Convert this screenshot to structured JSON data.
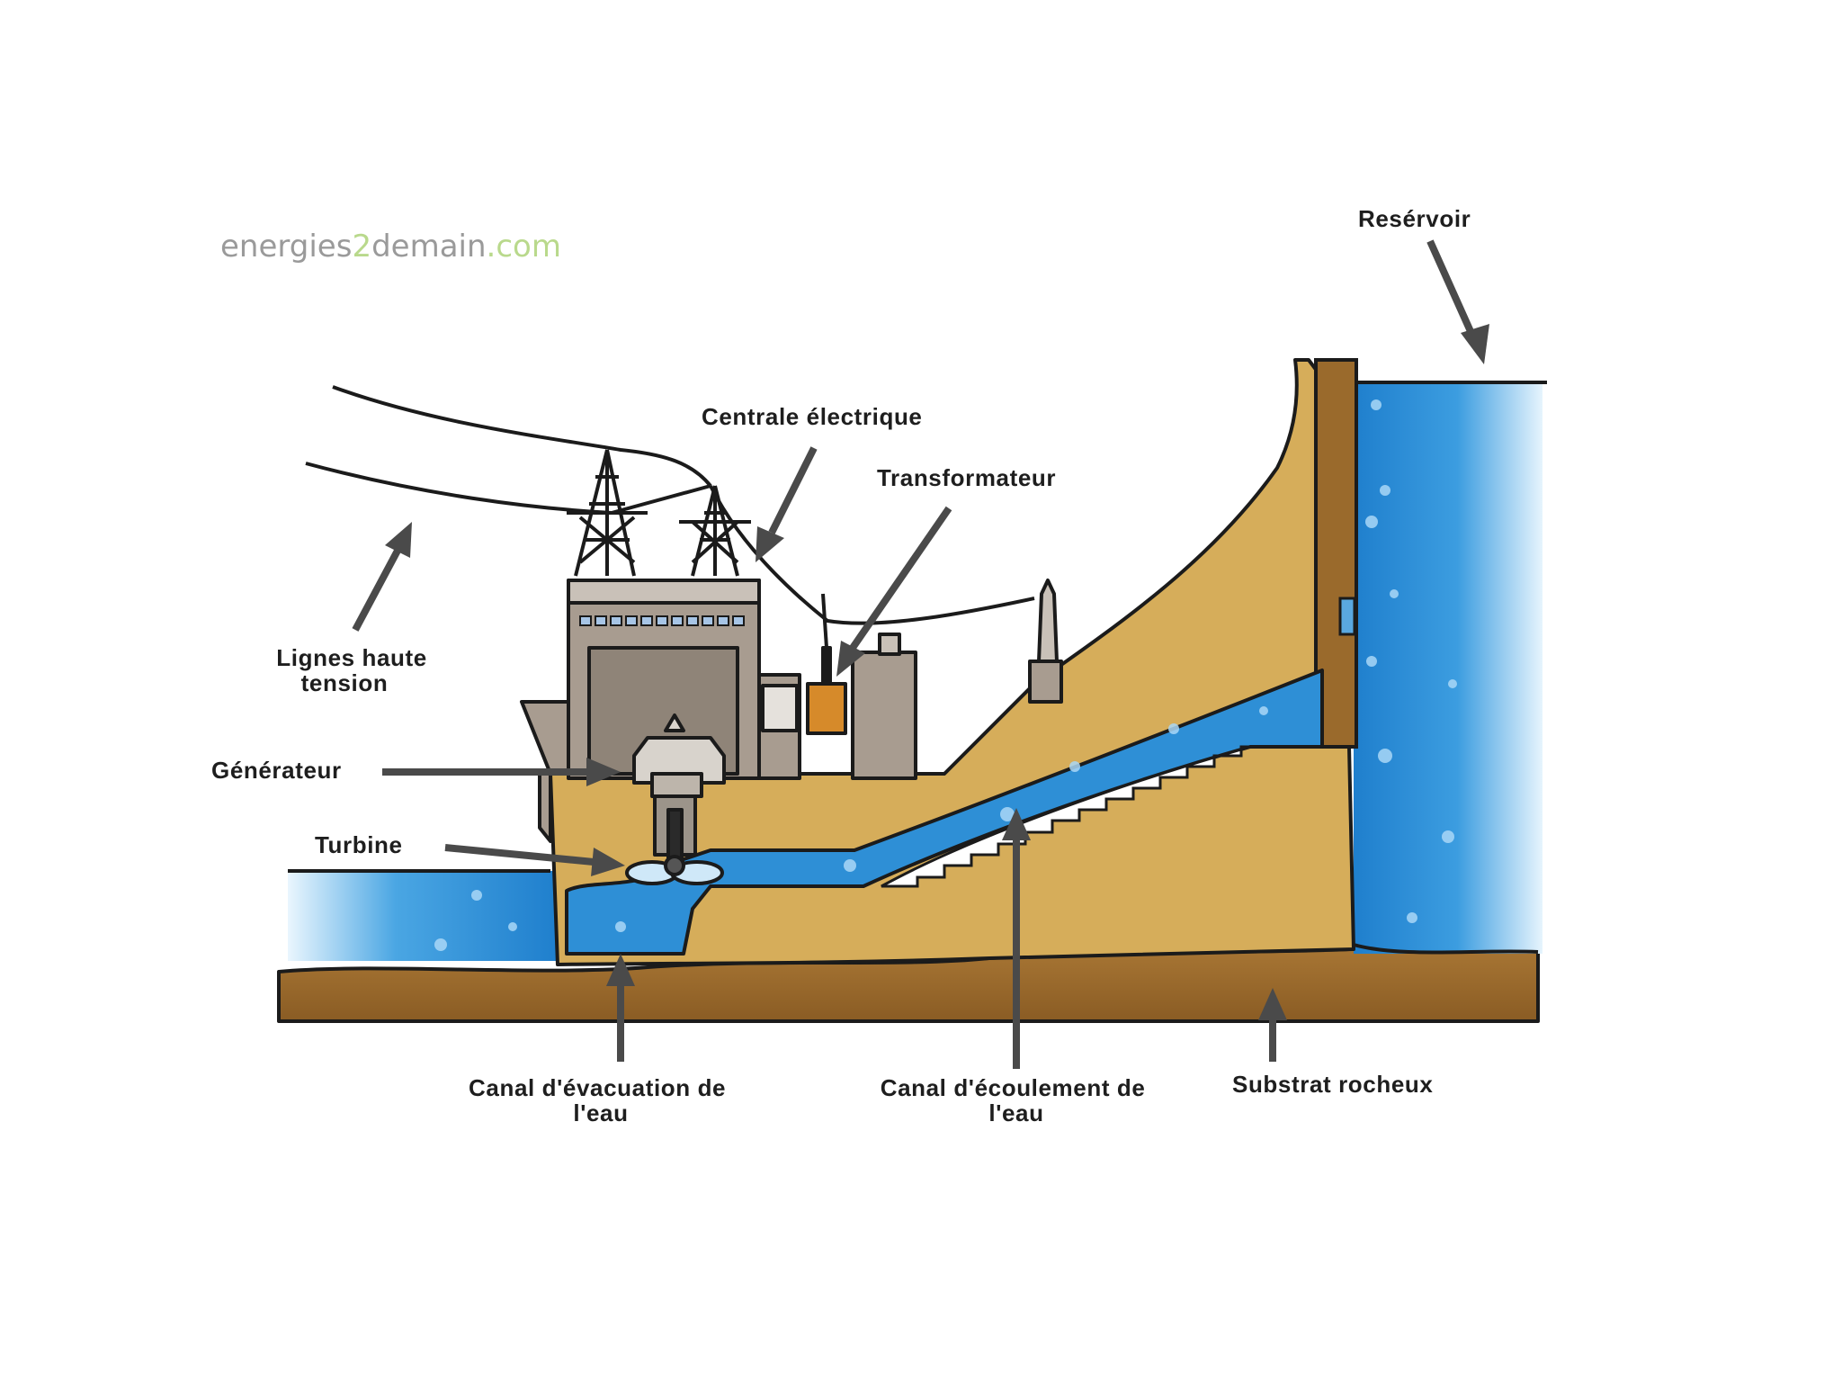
{
  "brand": {
    "part1": "energies",
    "part2": "2",
    "part3": "demain",
    "part4": ".com"
  },
  "labels": {
    "reservoir": "Resérvoir",
    "centrale": "Centrale électrique",
    "transformateur": "Transformateur",
    "lignes_line1": "Lignes haute",
    "lignes_line2": "tension",
    "generateur": "Générateur",
    "turbine": "Turbine",
    "evacuation_line1": "Canal d'évacuation de",
    "evacuation_line2": "l'eau",
    "ecoulement_line1": "Canal d'écoulement de",
    "ecoulement_line2": "l'eau",
    "substrat": "Substrat rocheux"
  },
  "colors": {
    "water": "#2e8fd6",
    "water_light": "#d9eefb",
    "dam": "#d6ad5a",
    "bedrock": "#9a6a2c",
    "building": "#a89c90",
    "arrow": "#4a4a4a"
  }
}
